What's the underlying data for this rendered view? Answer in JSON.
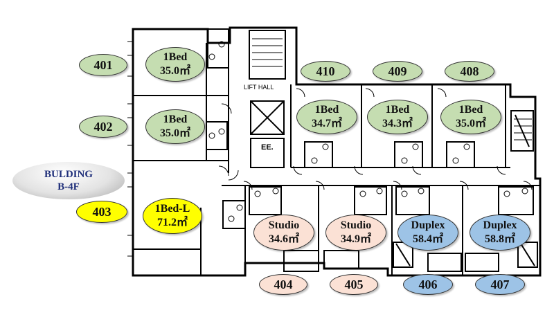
{
  "building": {
    "line1": "BULDING",
    "line2": "B-4F"
  },
  "rooms": [
    {
      "id": "401",
      "type": "1Bed",
      "area": "35.0㎡",
      "color": "#c5ddb1"
    },
    {
      "id": "402",
      "type": "1Bed",
      "area": "35.0㎡",
      "color": "#c5ddb1"
    },
    {
      "id": "403",
      "type": "1Bed-L",
      "area": "71.2㎡",
      "color": "#ffff00"
    },
    {
      "id": "404",
      "type": "Studio",
      "area": "34.6㎡",
      "color": "#fbe1d5"
    },
    {
      "id": "405",
      "type": "Studio",
      "area": "34.9㎡",
      "color": "#fbe1d5"
    },
    {
      "id": "406",
      "type": "Duplex",
      "area": "58.4㎡",
      "color": "#9dc3e6"
    },
    {
      "id": "407",
      "type": "Duplex",
      "area": "58.8㎡",
      "color": "#9dc3e6"
    },
    {
      "id": "408",
      "type": "1Bed",
      "area": "35.0㎡",
      "color": "#c5ddb1"
    },
    {
      "id": "409",
      "type": "1Bed",
      "area": "34.3㎡",
      "color": "#c5ddb1"
    },
    {
      "id": "410",
      "type": "1Bed",
      "area": "34.7㎡",
      "color": "#c5ddb1"
    }
  ],
  "labels": {
    "lift_hall": "LIFT HALL",
    "ee": "EE."
  }
}
